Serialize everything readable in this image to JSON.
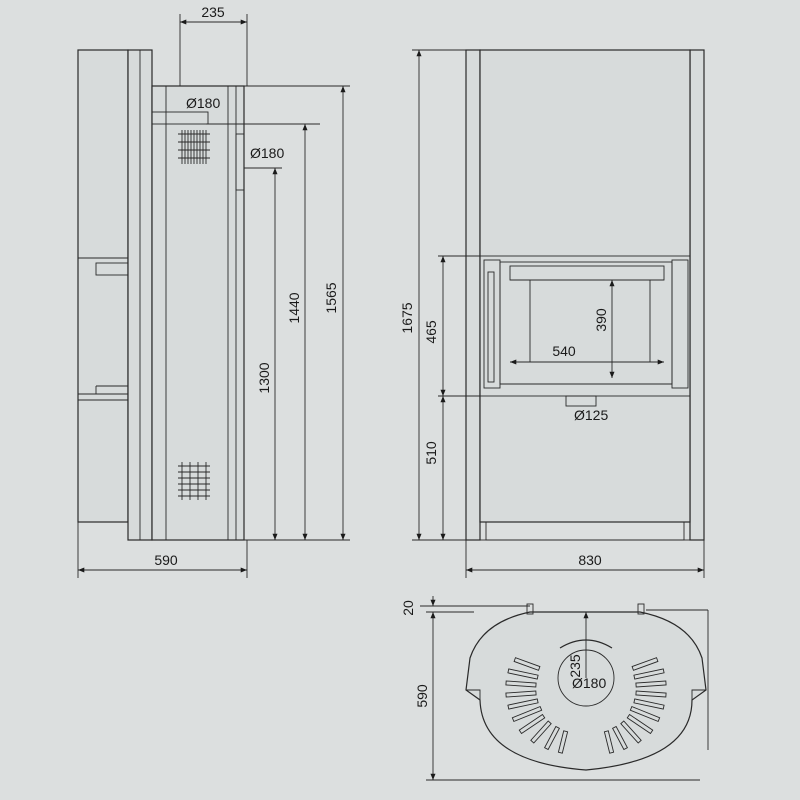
{
  "dimensions": {
    "side_top_width": "235",
    "side_flue_top": "Ø180",
    "side_flue_rear": "Ø180",
    "height_1300": "1300",
    "height_1440": "1440",
    "height_1565": "1565",
    "depth": "590",
    "total_height": "1675",
    "door_height": "465",
    "base_height": "510",
    "opening_width": "540",
    "opening_height": "390",
    "air_inlet": "Ø125",
    "front_width": "830",
    "plan_offset": "20",
    "plan_depth": "590",
    "plan_flue_offset": "235",
    "plan_flue": "Ø180"
  },
  "colors": {
    "background": "#dcdfdf",
    "line": "#2a2a2a"
  }
}
